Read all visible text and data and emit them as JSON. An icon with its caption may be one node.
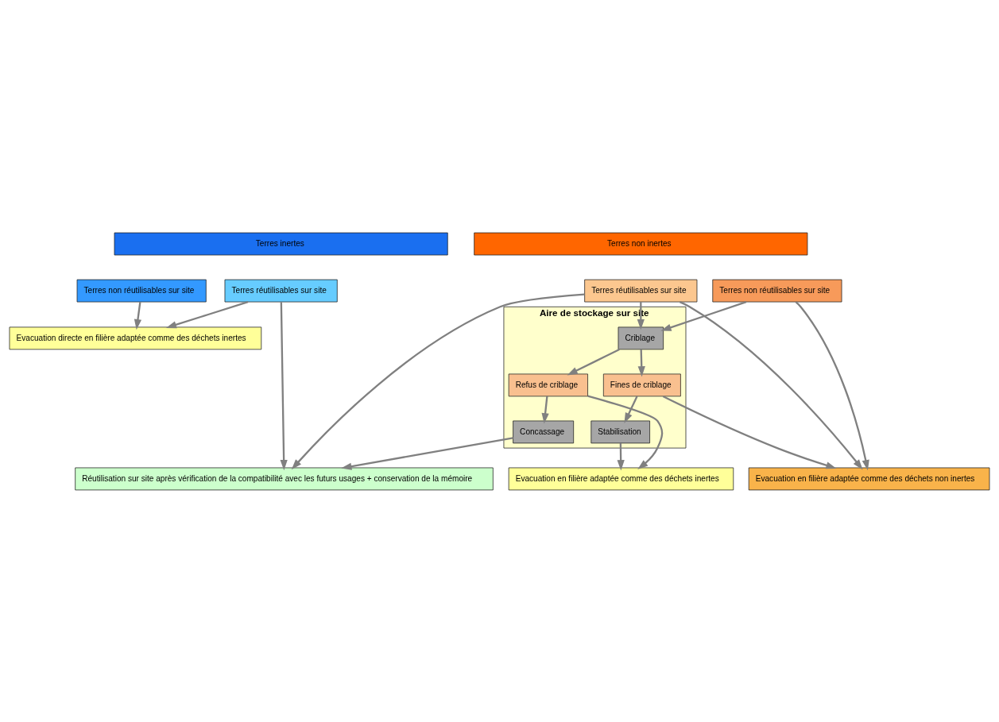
{
  "diagram": {
    "nodes": [
      {
        "text": [
          "Terres inertes"
        ]
      },
      {
        "text": [
          "Terres non inertes"
        ]
      },
      {
        "text": [
          "Terres non réutilisables sur site"
        ]
      },
      {
        "text": [
          "Terres réutilisables sur site"
        ]
      },
      {
        "text": [
          "Terres réutilisables sur site"
        ]
      },
      {
        "text": [
          "Terres non réutilisables sur site"
        ]
      },
      {
        "text": [
          "Evacuation directe en filière adaptée comme des déchets inertes"
        ]
      },
      {
        "text": [
          "Aire de stockage sur site"
        ]
      },
      {
        "text": [
          "Criblage"
        ],
        "in": 7
      },
      {
        "text": [
          "Refus de criblage"
        ],
        "in": 7
      },
      {
        "text": [
          "Fines de criblage"
        ],
        "in": 7
      },
      {
        "text": [
          "Concassage"
        ],
        "in": 7
      },
      {
        "text": [
          "Stabilisation"
        ],
        "in": 7
      },
      {
        "text": [
          "Réutilisation sur site après vérification de la compatibilité avec les futurs usages + conservation de la mémoire"
        ]
      },
      {
        "text": [
          "Evacuation en filière adaptée comme des déchets inertes"
        ]
      },
      {
        "text": [
          "Evacuation en filière adaptée comme des déchets non inertes"
        ]
      }
    ],
    "edges": [
      {
        "from": 2,
        "to": 6,
        "arrow": "to"
      },
      {
        "from": 3,
        "to": 6,
        "arrow": "to"
      },
      {
        "from": 3,
        "to": 13,
        "arrow": "to"
      },
      {
        "from": 4,
        "to": 8,
        "arrow": "to"
      },
      {
        "from": 4,
        "to": 13,
        "arrow": "to"
      },
      {
        "from": 4,
        "to": 15,
        "arrow": "to"
      },
      {
        "from": 5,
        "to": 8,
        "arrow": "to"
      },
      {
        "from": 5,
        "to": 15,
        "arrow": "to"
      },
      {
        "from": 8,
        "to": 9,
        "arrow": "to"
      },
      {
        "from": 8,
        "to": 10,
        "arrow": "to"
      },
      {
        "from": 9,
        "to": 11,
        "arrow": "to"
      },
      {
        "from": 9,
        "to": 14,
        "arrow": "to"
      },
      {
        "from": 10,
        "to": 12,
        "arrow": "to"
      },
      {
        "from": 10,
        "to": 15,
        "arrow": "to"
      },
      {
        "from": 11,
        "to": 13,
        "arrow": "to"
      },
      {
        "from": 12,
        "to": 14,
        "arrow": "to"
      }
    ]
  }
}
